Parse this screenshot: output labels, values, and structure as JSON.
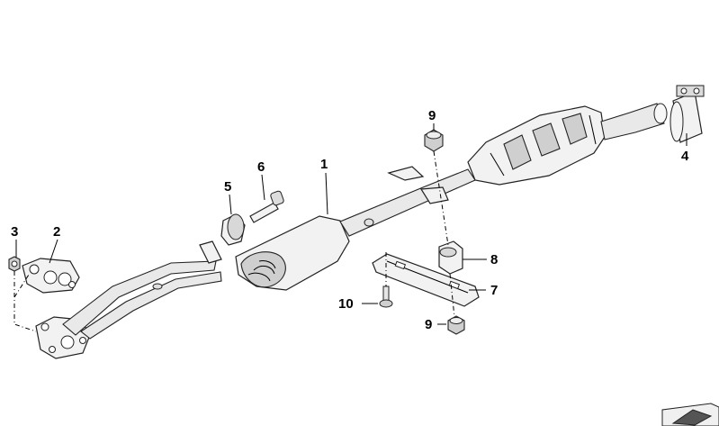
{
  "diagram": {
    "callouts": {
      "c1": "1",
      "c2": "2",
      "c3": "3",
      "c4": "4",
      "c5": "5",
      "c6": "6",
      "c7": "7",
      "c8": "8",
      "c9a": "9",
      "c9b": "9",
      "c10": "10"
    }
  },
  "colors": {
    "line": "#222222",
    "fill_light": "#f2f2f2",
    "fill_dark": "#cfcfcf",
    "background": "#ffffff"
  }
}
